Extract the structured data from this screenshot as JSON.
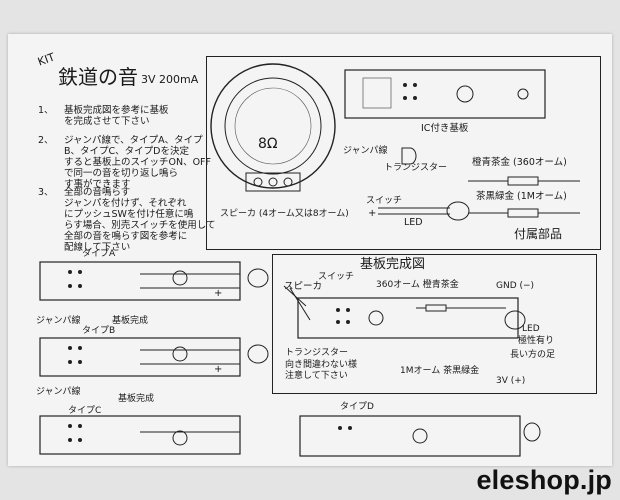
{
  "header": {
    "kit": "KIT",
    "title": "鉄道の音",
    "spec": "3V 200mA"
  },
  "instructions": [
    {
      "num": "1、",
      "lines": [
        "基板完成図を参考に基板",
        "を完成させて下さい"
      ]
    },
    {
      "num": "2、",
      "lines": [
        "ジャンパ線で、タイプA、タイプ",
        "B、タイプC、タイプDを決定",
        "すると基板上のスイッチON、OFF",
        "で同一の音を切り返し鳴ら",
        "す事ができます"
      ]
    },
    {
      "num": "3、",
      "lines": [
        "全部の音鳴らす",
        "ジャンパを付けず、それぞれ",
        "にプッシュSWを付け任意に鳴",
        "らす場合、別売スイッチを使用して",
        "全部の音を鳴らす図を参考に",
        "配線して下さい"
      ]
    }
  ],
  "parts": {
    "speaker_ohm": "8Ω",
    "speaker_label": "スピーカ (4オーム又は8オーム)",
    "ic_board": "IC付き基板",
    "jumper": "ジャンパ線",
    "transistor": "トランジスター",
    "res_orange": "橙青茶金 (360オーム)",
    "res_brown": "茶黒緑金 (1Mオーム)",
    "switch": "スイッチ",
    "led": "LED",
    "plus": "+",
    "title": "付属部品"
  },
  "assembly": {
    "title": "基板完成図",
    "switch": "スイッチ",
    "speaker": "スピーカ",
    "r360": "360オーム 橙青茶金",
    "gnd": "GND (−)",
    "led": "LED",
    "polarity": "極性有り",
    "long_leg": "長い方の足",
    "transistor_note": [
      "トランジスター",
      "向き間違わない様",
      "注意して下さい"
    ],
    "r1m": "1Mオーム 茶黒緑金",
    "v3": "3V (+)"
  },
  "types": {
    "a": "タイプA",
    "b": "タイプB",
    "c": "タイプC",
    "d": "タイプD",
    "jumper": "ジャンパ線",
    "done": "基板完成",
    "plus": "+"
  },
  "watermark": "eleshop.jp"
}
